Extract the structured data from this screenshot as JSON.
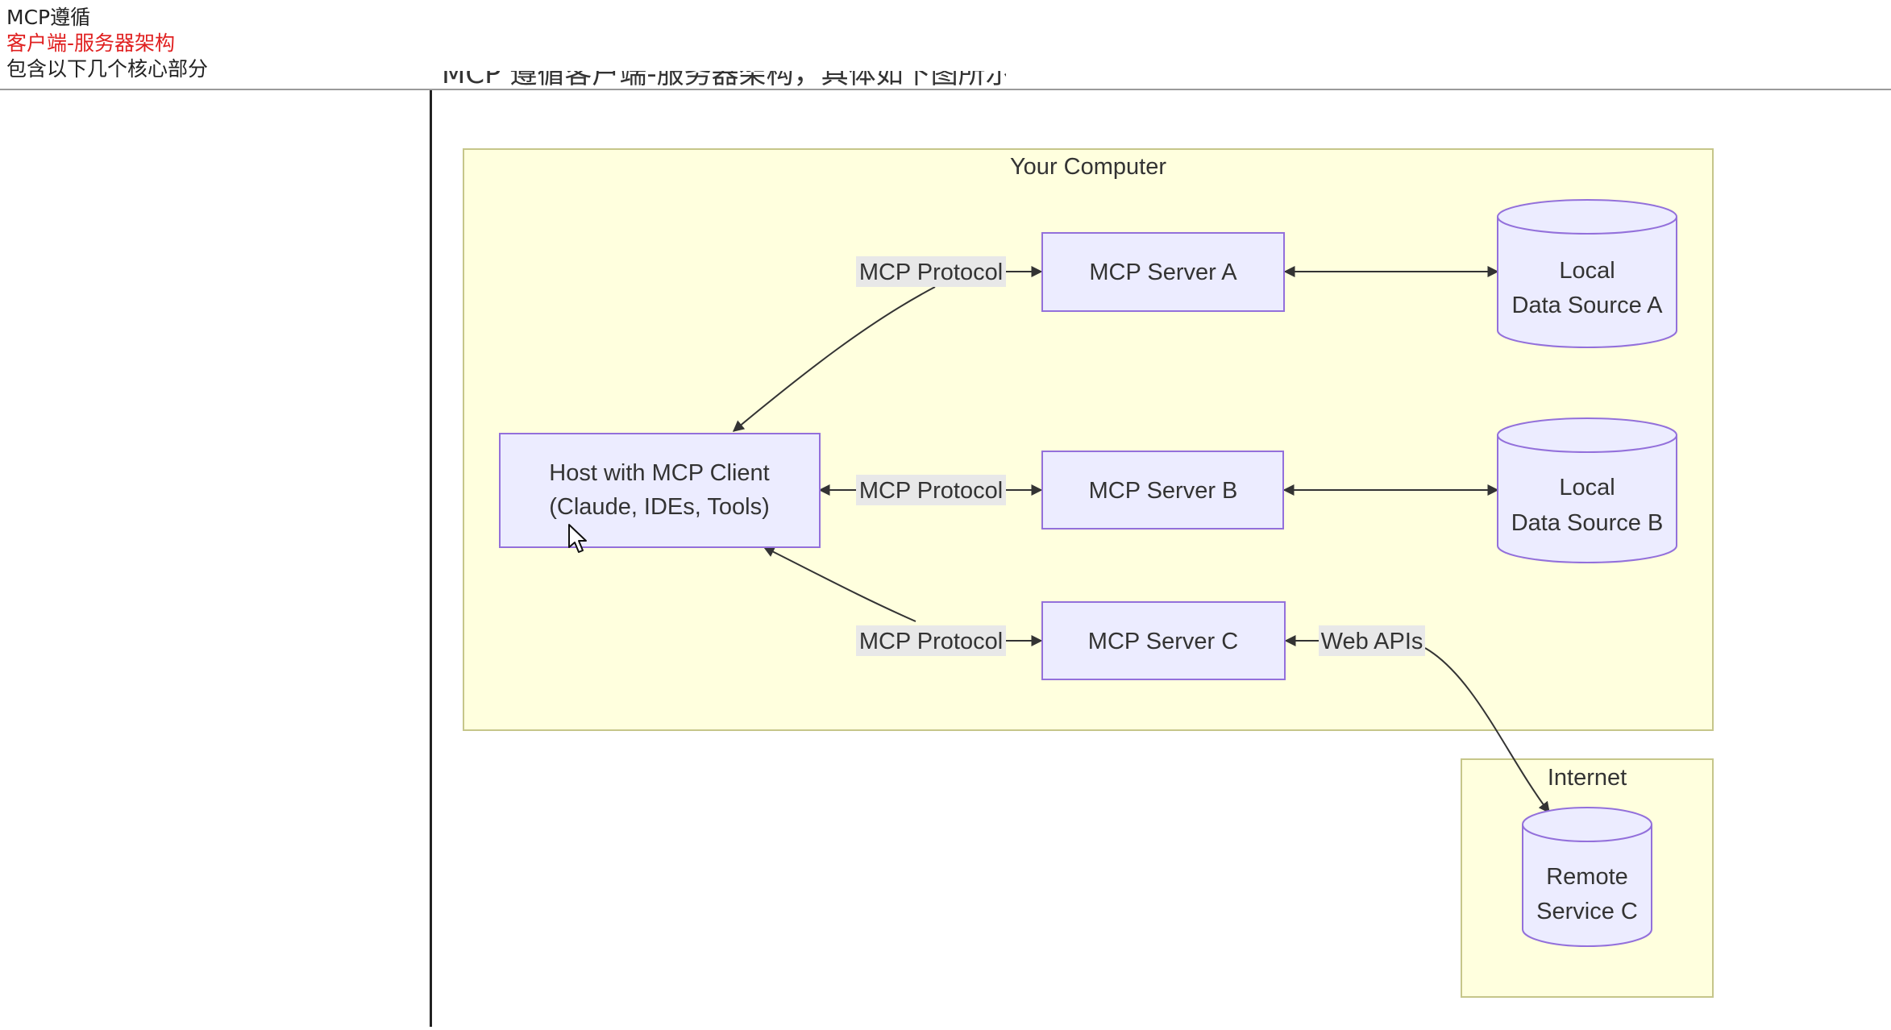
{
  "notes": {
    "line1": "MCP遵循",
    "line2": "客户端-服务器架构",
    "line3": "包含以下几个核心部分",
    "highlight_color": "#e02020"
  },
  "document": {
    "cut_text": "MCP 遵循客户端-服务器架构，具体如下图所示："
  },
  "diagram": {
    "groups": {
      "computer": "Your Computer",
      "internet": "Internet"
    },
    "nodes": {
      "host_line1": "Host with MCP Client",
      "host_line2": "(Claude, IDEs, Tools)",
      "server_a": "MCP Server A",
      "server_b": "MCP Server B",
      "server_c": "MCP Server C",
      "ds_a_line1": "Local",
      "ds_a_line2": "Data Source A",
      "ds_b_line1": "Local",
      "ds_b_line2": "Data Source B",
      "remote_line1": "Remote",
      "remote_line2": "Service C"
    },
    "edge_labels": {
      "protocol_a": "MCP Protocol",
      "protocol_b": "MCP Protocol",
      "protocol_c": "MCP Protocol",
      "web_apis": "Web APIs"
    },
    "colors": {
      "group_fill": "#ffffde",
      "group_stroke": "#c6c68a",
      "node_fill": "#ececff",
      "node_stroke": "#9370db",
      "edge": "#333333",
      "label_bg": "#e8e8e8"
    }
  }
}
